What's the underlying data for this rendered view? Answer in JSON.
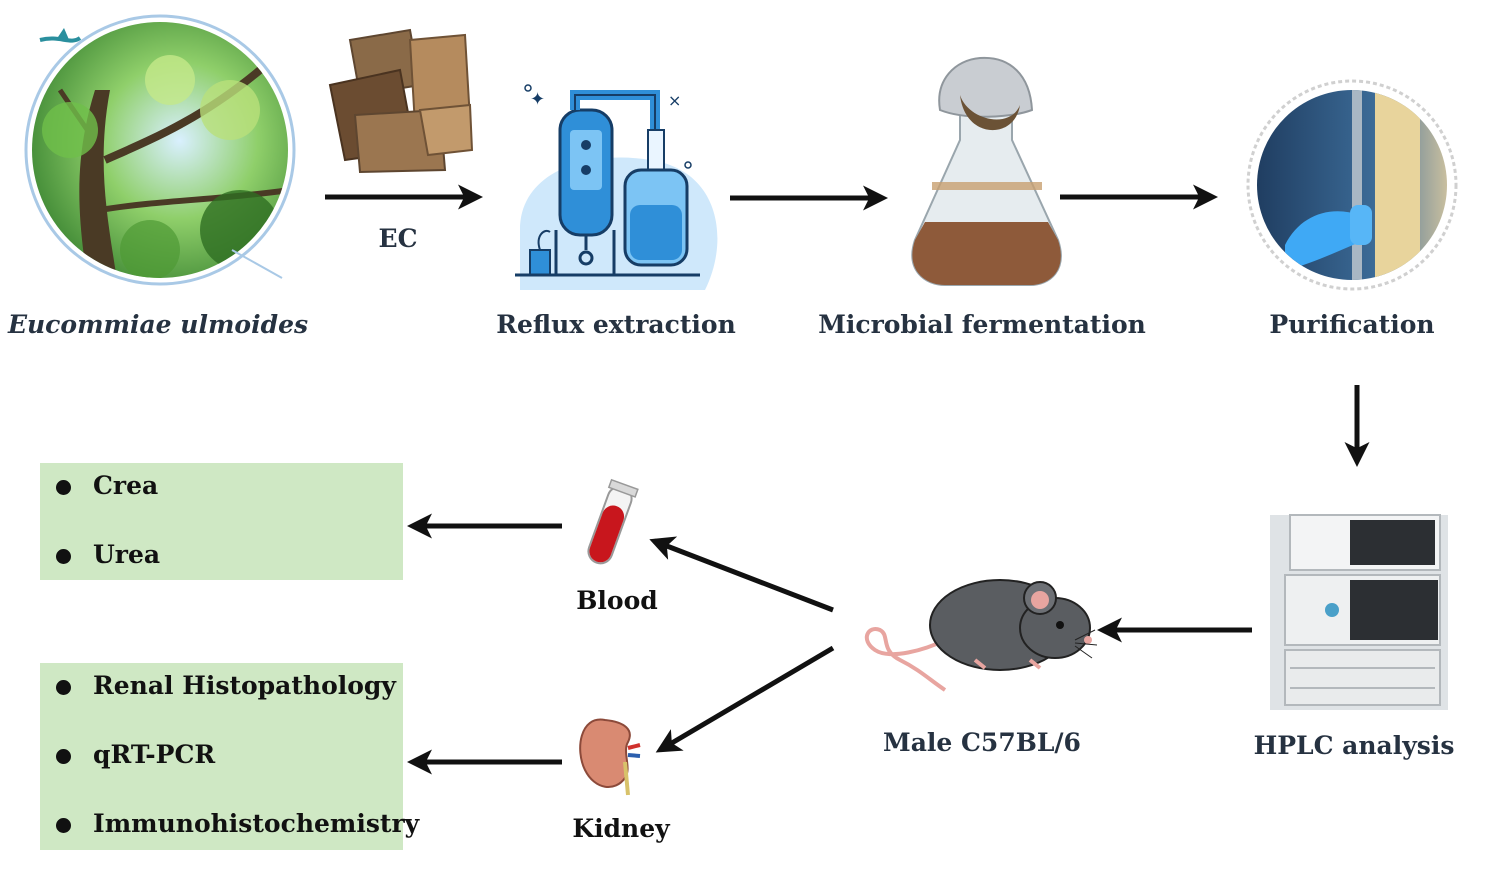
{
  "labels": {
    "tree": "Eucommiae ulmoides",
    "ec": "EC",
    "reflux": "Reflux extraction",
    "fermentation": "Microbial fermentation",
    "purification": "Purification",
    "hplc": "HPLC analysis",
    "mouse": "Male C57BL/6",
    "blood": "Blood",
    "kidney": "Kidney"
  },
  "blood_box": {
    "items": [
      "Crea",
      "Urea"
    ]
  },
  "kidney_box": {
    "items": [
      "Renal Histopathology",
      "qRT-PCR",
      "Immunohistochemistry"
    ]
  },
  "colors": {
    "box_fill": "#cfe8c4",
    "arrow": "#111111",
    "label_text": "#263241",
    "equipment_blue": "#2f8fd8",
    "blood_red": "#c8161d",
    "kidney": "#d98a72"
  },
  "icons": [
    "tree-photo-icon",
    "bark-pieces-icon",
    "reflux-apparatus-icon",
    "fermentation-flask-icon",
    "purification-column-icon",
    "hplc-instrument-icon",
    "mouse-icon",
    "blood-tube-icon",
    "kidney-icon"
  ]
}
